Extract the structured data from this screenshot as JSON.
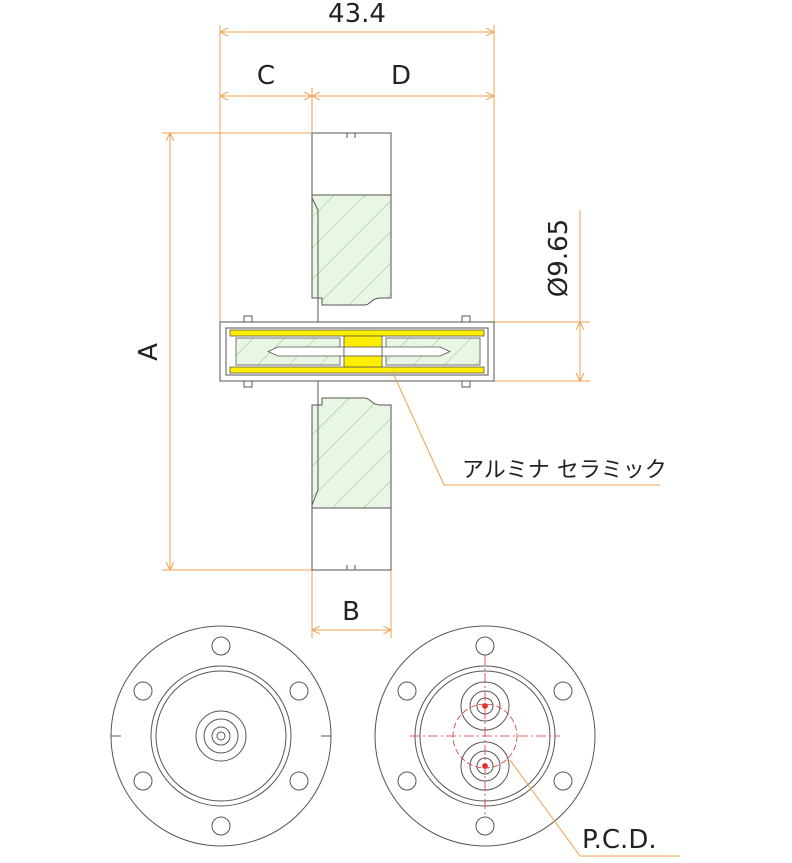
{
  "colors": {
    "dimension": "#f0a050",
    "outline": "#555555",
    "hatch_fill": "#e6f5e1",
    "hatch_line": "#78c878",
    "ceramic": "#ffee00",
    "red_center": "#e03030",
    "background": "#ffffff"
  },
  "dimensions": {
    "overall_length": "43.4",
    "c": "C",
    "d": "D",
    "a": "A",
    "b": "B",
    "diameter": "Ø9.65"
  },
  "labels": {
    "material": "アルミナ セラミック",
    "pcd": "P.C.D."
  }
}
